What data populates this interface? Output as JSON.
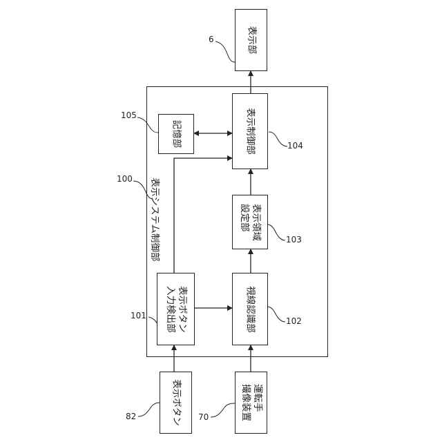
{
  "blocks": {
    "display": "表示部",
    "display_control": "表示制御部",
    "storage": "記憶部",
    "area_setting": "表示領域\n設定部",
    "gaze_recognition": "視線認識部",
    "button_detect": "表示ボタン\n入力検出部",
    "display_button": "表示ボタン",
    "driver_camera": "運転手\n撮像装置",
    "system_control": "表示システム制御部"
  },
  "refs": {
    "display": "6",
    "system": "100",
    "display_control": "104",
    "storage": "105",
    "area_setting": "103",
    "gaze_recognition": "102",
    "button_detect": "101",
    "display_button": "82",
    "driver_camera": "70"
  }
}
